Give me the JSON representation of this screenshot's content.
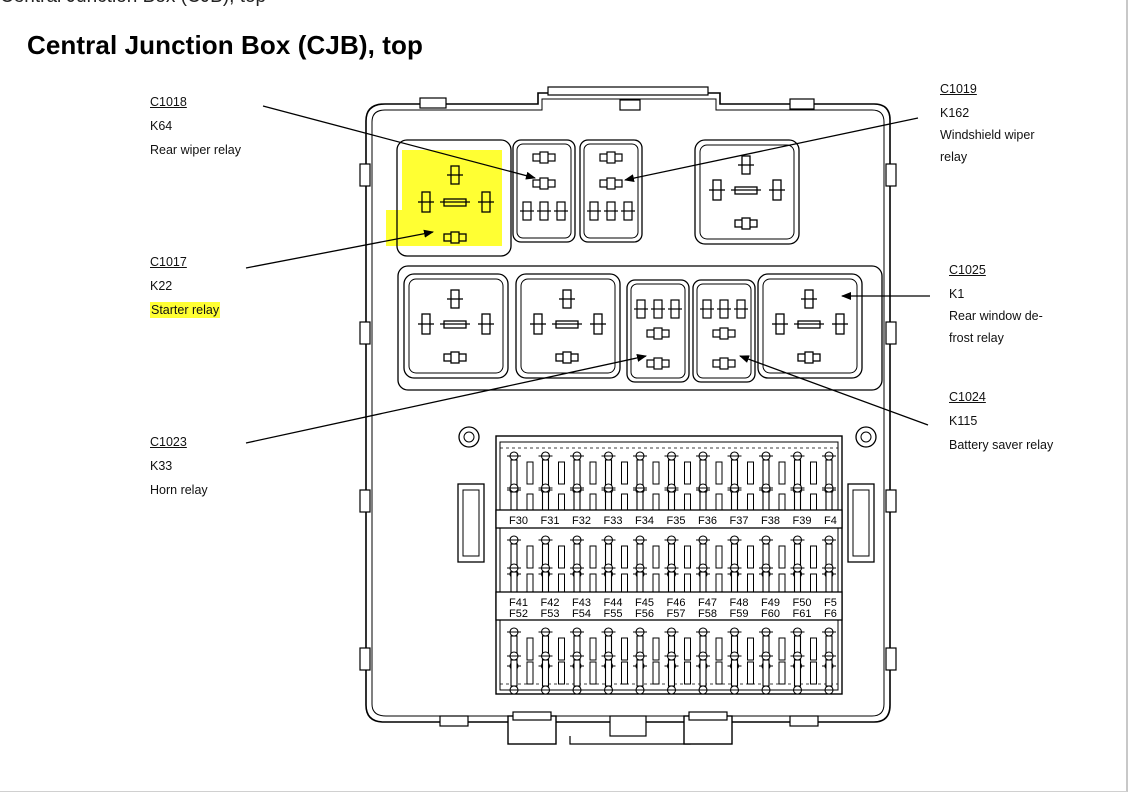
{
  "page": {
    "clipped_heading": "Central Junction Box (CJB), top",
    "title": "Central Junction Box (CJB), top"
  },
  "colors": {
    "highlight": "#ffff33",
    "line": "#000000",
    "background": "#ffffff"
  },
  "callouts": [
    {
      "id": "c1018",
      "connector": "C1018",
      "relay_id": "K64",
      "name": "Rear wiper relay",
      "highlighted": false
    },
    {
      "id": "c1017",
      "connector": "C1017",
      "relay_id": "K22",
      "name": "Starter relay",
      "highlighted": true
    },
    {
      "id": "c1023",
      "connector": "C1023",
      "relay_id": "K33",
      "name": "Horn relay",
      "highlighted": false
    },
    {
      "id": "c1019",
      "connector": "C1019",
      "relay_id": "K162",
      "name_line1": "Windshield wiper",
      "name_line2": "relay",
      "highlighted": false
    },
    {
      "id": "c1025",
      "connector": "C1025",
      "relay_id": "K1",
      "name_line1": "Rear window de-",
      "name_line2": "frost relay",
      "highlighted": false
    },
    {
      "id": "c1024",
      "connector": "C1024",
      "relay_id": "K115",
      "name": "Battery saver relay",
      "highlighted": false
    }
  ],
  "fuse_rows": [
    {
      "row": "upper",
      "labels": [
        "F30",
        "F31",
        "F32",
        "F33",
        "F34",
        "F35",
        "F36",
        "F37",
        "F38",
        "F39",
        "F4"
      ]
    },
    {
      "row": "middle",
      "labels": [
        "F41",
        "F42",
        "F43",
        "F44",
        "F45",
        "F46",
        "F47",
        "F48",
        "F49",
        "F50",
        "F5"
      ]
    },
    {
      "row": "lower",
      "labels": [
        "F52",
        "F53",
        "F54",
        "F55",
        "F56",
        "F57",
        "F58",
        "F59",
        "F60",
        "F61",
        "F6"
      ]
    }
  ]
}
